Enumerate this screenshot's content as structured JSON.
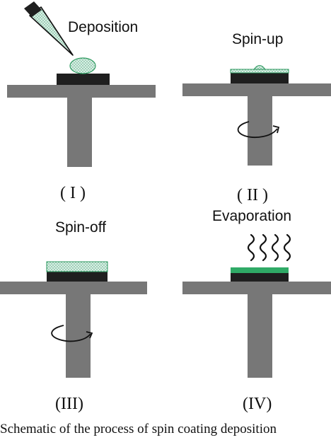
{
  "colors": {
    "stage": "#777777",
    "substrate": "#1f1f1f",
    "solution_fill": "#d9efe4",
    "solution_edge": "#2e9a60",
    "film": "#2faa66",
    "ink": "#111111"
  },
  "panels": [
    {
      "step_label": "Deposition",
      "numeral": "( I )"
    },
    {
      "step_label": "Spin-up",
      "numeral": "( II )"
    },
    {
      "step_label": "Spin-off",
      "numeral": "(III)"
    },
    {
      "step_label": "Evaporation",
      "numeral": "(IV)"
    }
  ],
  "caption": "Schematic of the process of spin coating deposition"
}
